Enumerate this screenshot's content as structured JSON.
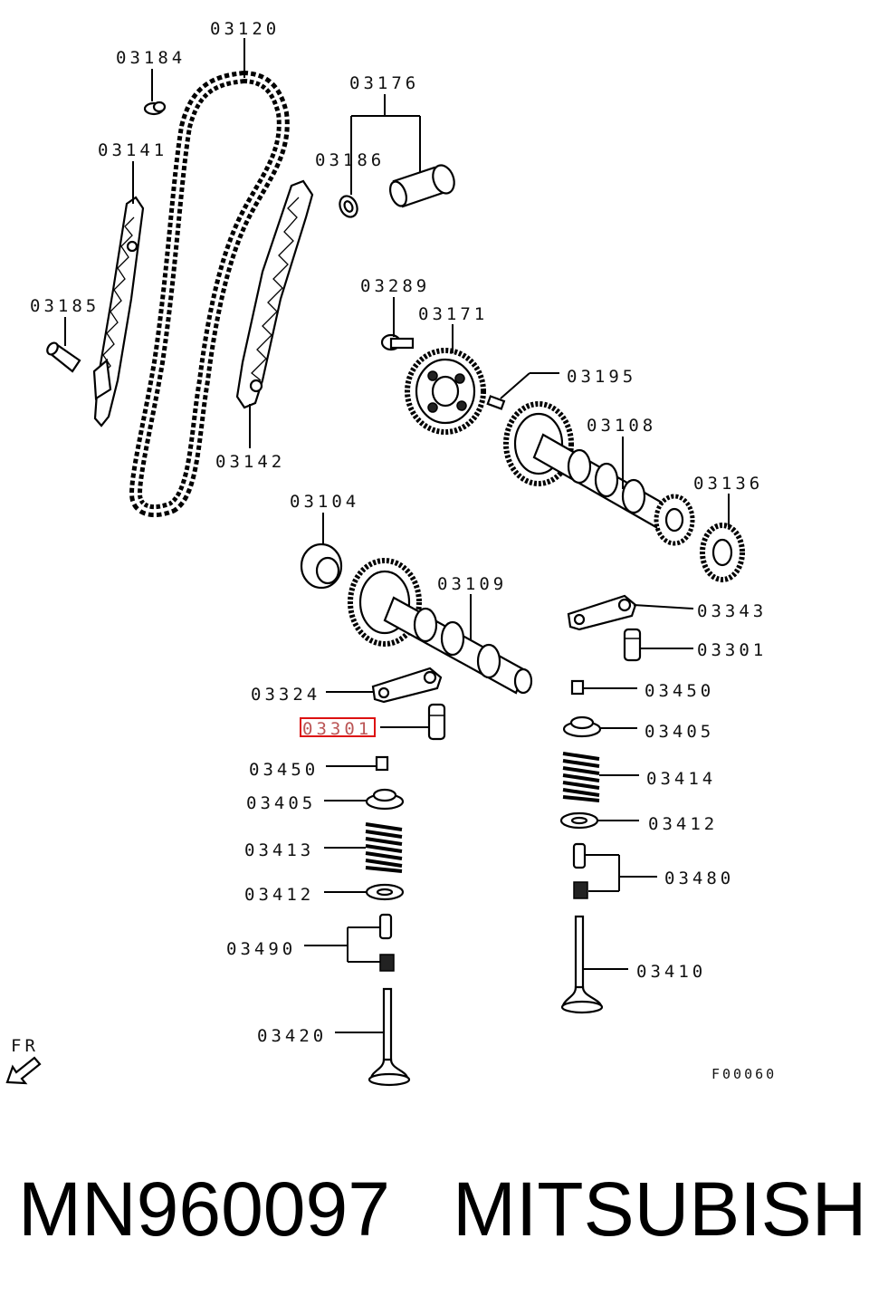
{
  "diagram": {
    "labels": {
      "p03120": "03120",
      "p03184": "03184",
      "p03176": "03176",
      "p03141": "03141",
      "p03186": "03186",
      "p03185": "03185",
      "p03289": "03289",
      "p03171": "03171",
      "p03195": "03195",
      "p03108": "03108",
      "p03142": "03142",
      "p03136": "03136",
      "p03104": "03104",
      "p03109": "03109",
      "p03343": "03343",
      "p03301_right": "03301",
      "p03324": "03324",
      "p03450_right": "03450",
      "p03301_left": "03301",
      "p03405_right": "03405",
      "p03450_left": "03450",
      "p03414": "03414",
      "p03405_left": "03405",
      "p03412_right": "03412",
      "p03413": "03413",
      "p03480": "03480",
      "p03412_left": "03412",
      "p03490": "03490",
      "p03410": "03410",
      "p03420": "03420",
      "fr": "FR",
      "figure_code": "F00060"
    },
    "highlight_color": "#dd1111"
  },
  "footer": {
    "part_number": "MN960097",
    "brand": "MITSUBISHI"
  }
}
